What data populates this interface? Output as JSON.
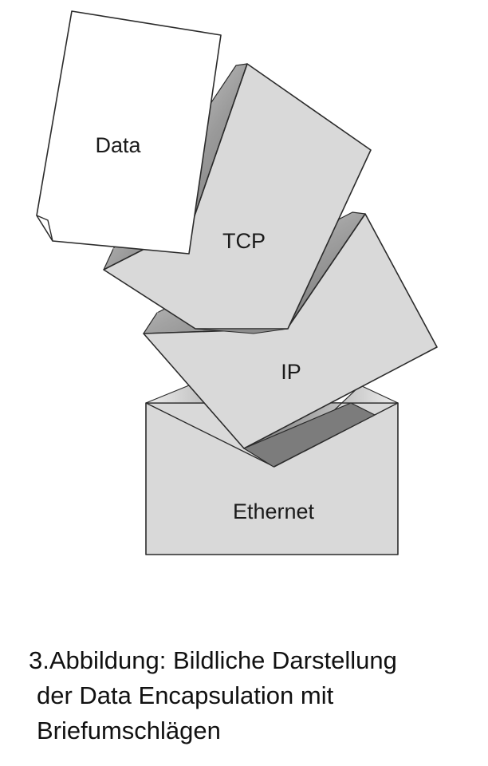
{
  "diagram": {
    "labels": {
      "data": "Data",
      "tcp": "TCP",
      "ip": "IP",
      "ethernet": "Ethernet"
    },
    "colors": {
      "envelope": "#d9d9d9",
      "shadow_dark": "#7c7c7c",
      "shadow_light": "#f2f2f2",
      "outline": "#2b2b2b",
      "paper": "#ffffff"
    }
  },
  "caption": {
    "line1": "3.Abbildung: Bildliche Darstellung",
    "line2": "der Data Encapsulation mit",
    "line3": "Briefumschlägen"
  }
}
